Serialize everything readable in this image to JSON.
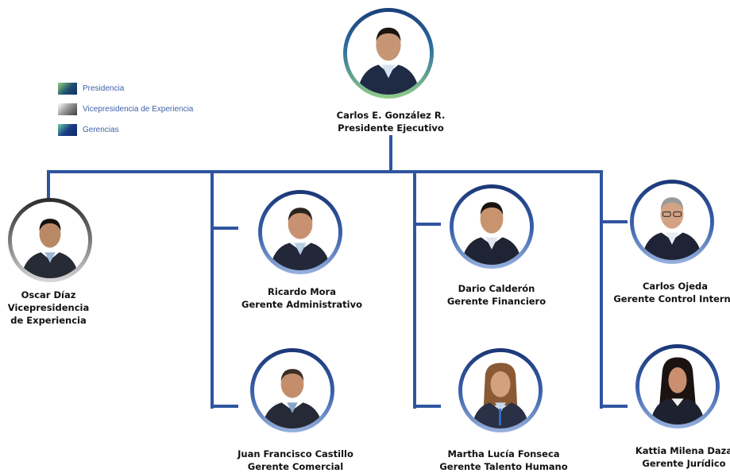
{
  "legend": [
    {
      "label": "Presidencia",
      "swatch": "pres"
    },
    {
      "label": "Vicepresidencia de Experiencia",
      "swatch": "vice"
    },
    {
      "label": "Gerencias",
      "swatch": "ger"
    }
  ],
  "colors": {
    "connector": "#2f55a0",
    "legend_text": "#3f62a8",
    "suit_dark": "#1f2535",
    "skin": "#c99a78",
    "hair_dark": "#1c1512"
  },
  "people": {
    "president": {
      "name": "Carlos E. González R.",
      "role": "Presidente Ejecutivo"
    },
    "vice": {
      "name": "Oscar Díaz",
      "role_line1": "Vicepresidencia",
      "role_line2": "de Experiencia"
    },
    "ricardo": {
      "name": "Ricardo Mora",
      "role": "Gerente Administrativo"
    },
    "juan": {
      "name": "Juan Francisco Castillo",
      "role": "Gerente Comercial"
    },
    "dario": {
      "name": "Dario Calderón",
      "role": "Gerente Financiero"
    },
    "martha": {
      "name": "Martha Lucía Fonseca",
      "role": "Gerente Talento Humano"
    },
    "carlos_ojeda": {
      "name": "Carlos Ojeda",
      "role": "Gerente Control Interno"
    },
    "kattia": {
      "name": "Kattia Milena Daza",
      "role": "Gerente Jurídico"
    }
  }
}
